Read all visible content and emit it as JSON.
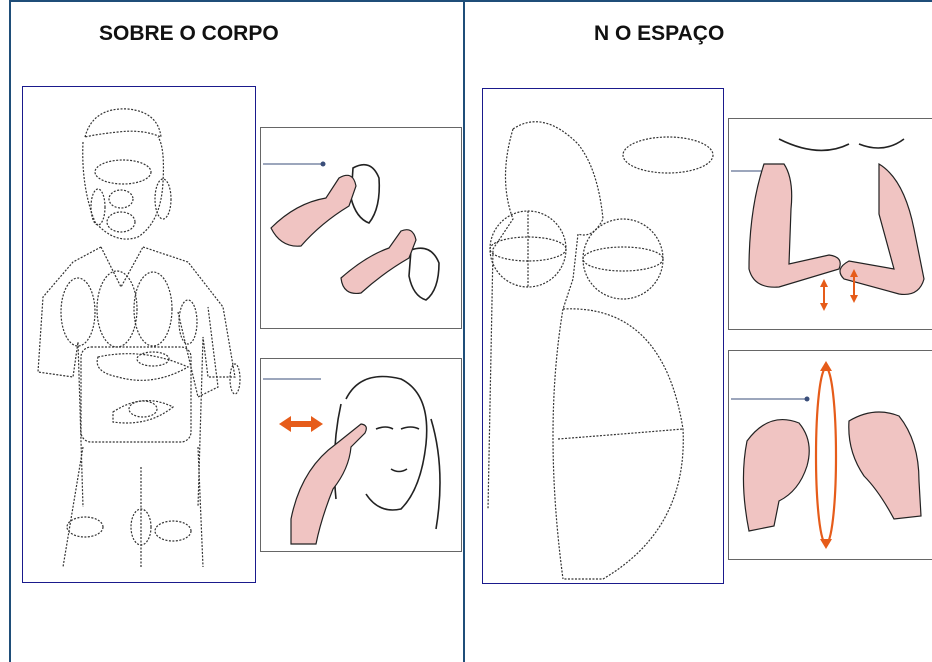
{
  "left_panel": {
    "title": "SOBRE O CORPO"
  },
  "right_panel": {
    "title": "N O ESPAÇO"
  },
  "colors": {
    "frame": "#1f4e79",
    "figure_border": "#1a1a8c",
    "arrow": "#e65c1a",
    "skin": "#f0c4c2"
  },
  "figures": [
    {
      "id": "body-locations",
      "icon": "body-outline-with-ovals"
    },
    {
      "id": "fist-at-face",
      "icon": "hand-fist-near-face"
    },
    {
      "id": "finger-at-temple",
      "icon": "finger-pointing-temple"
    },
    {
      "id": "head-spheres",
      "icon": "head-with-space-spheres"
    },
    {
      "id": "hands-vertical-motion",
      "icon": "two-hands-up-down"
    },
    {
      "id": "hands-circular-motion",
      "icon": "two-hands-circle"
    }
  ]
}
